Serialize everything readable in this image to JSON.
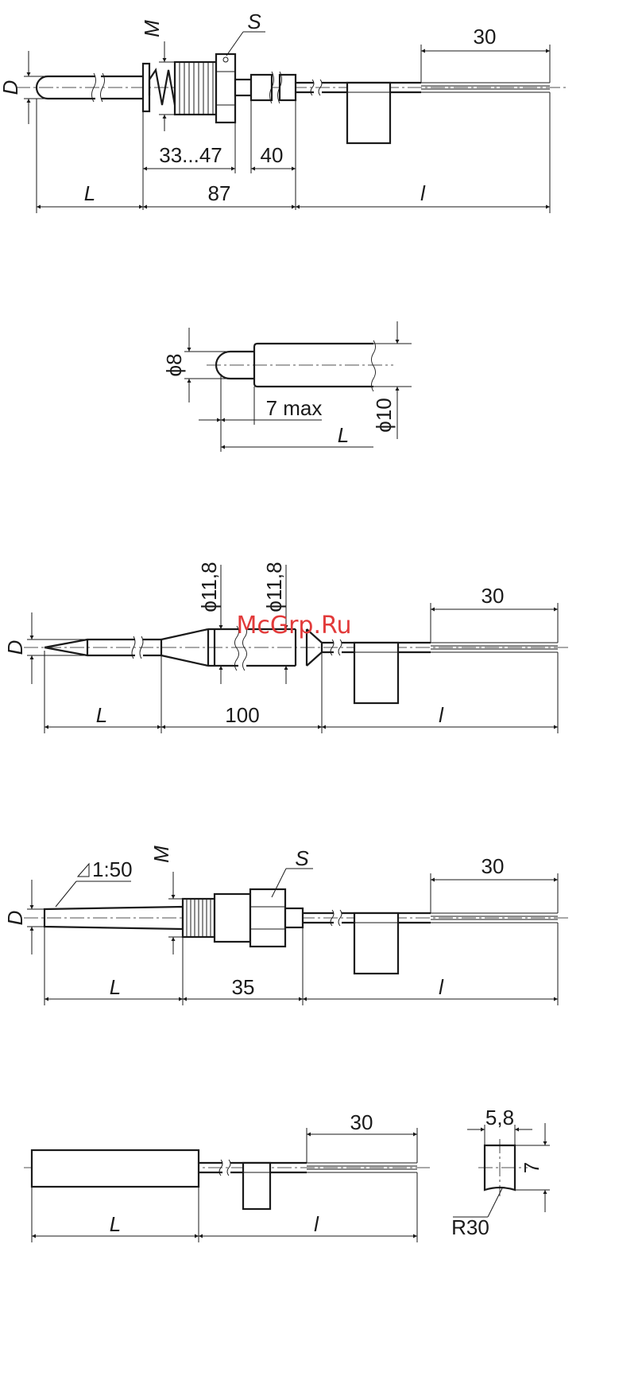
{
  "watermark": "McGrp.Ru",
  "fig1": {
    "d_label": "D",
    "m_label": "M",
    "s_label": "S",
    "cable_len": "30",
    "thread_range": "33...47",
    "shank_len": "40",
    "body_len": "87",
    "probe_len": "L",
    "lead_len": "l"
  },
  "fig2": {
    "tip_dia": "ϕ8",
    "body_dia": "ϕ10",
    "tip_len": "7 max",
    "probe_len": "L"
  },
  "fig3": {
    "d_label": "D",
    "dia_left": "ϕ11,8",
    "dia_right": "ϕ11,8",
    "cable_len": "30",
    "body_len": "100",
    "probe_len": "L",
    "lead_len": "l"
  },
  "fig4": {
    "d_label": "D",
    "m_label": "M",
    "s_label": "S",
    "taper": "1:50",
    "cable_len": "30",
    "body_len": "35",
    "probe_len": "L",
    "lead_len": "l"
  },
  "fig5": {
    "cable_len": "30",
    "probe_len": "L",
    "lead_len": "l",
    "width": "5,8",
    "height": "7",
    "radius": "R30"
  }
}
